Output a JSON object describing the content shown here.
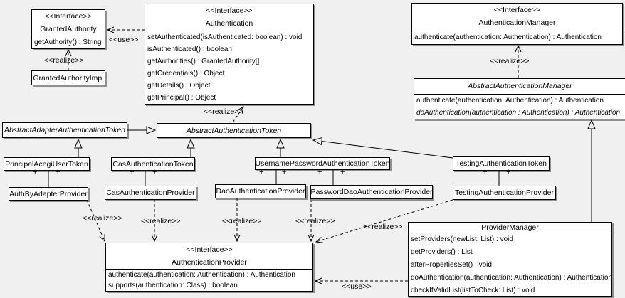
{
  "labels": {
    "use": "<<use>>",
    "realize": "<<realize>>",
    "plus": "+",
    "interface": "<<Interface>>"
  },
  "classes": {
    "granted_authority": {
      "stereotype": "<<Interface>>",
      "name": "GrantedAuthority",
      "methods": [
        "getAuthority() : String"
      ]
    },
    "granted_authority_impl": {
      "name": "GrantedAuthorityImpl"
    },
    "authentication": {
      "stereotype": "<<Interface>>",
      "name": "Authentication",
      "methods": [
        "setAuthenticated(isAuthenticated: boolean) : void",
        "isAuthenticated() : boolean",
        "getAuthorities() : GrantedAuthority[]",
        "getCredentials() : Object",
        "getDetails() : Object",
        "getPrincipal() : Object"
      ]
    },
    "authentication_manager": {
      "stereotype": "<<Interface>>",
      "name": "AuthenticationManager",
      "methods": [
        "authenticate(authentication: Authentication) : Authentication"
      ]
    },
    "abstract_authentication_manager": {
      "name": "AbstractAuthenticationManager",
      "methods": [
        "authenticate(authentication: Authentication) : Authentication",
        "doAuthentication(authentication : Authentication) : Authentication"
      ]
    },
    "abstract_adapter_authentication_token": {
      "name": "AbstractAdapterAuthenticationToken"
    },
    "abstract_authentication_token": {
      "name": "AbstractAuthenticationToken"
    },
    "principal_acegi_user_token": {
      "name": "PrincipalAcegiUserToken"
    },
    "cas_authentication_token": {
      "name": "CasAuthenticationToken"
    },
    "username_password_authentication_token": {
      "name": "UsernamePasswordAuthenticationToken"
    },
    "testing_authentication_token": {
      "name": "TestingAuthenticationToken"
    },
    "auth_by_adapter_provider": {
      "name": "AuthByAdapterProvider"
    },
    "cas_authentication_provider": {
      "name": "CasAuthenticationProvider"
    },
    "dao_authentication_provider": {
      "name": "DaoAuthenticationProvider"
    },
    "password_dao_authentication_provider": {
      "name": "PasswordDaoAuthenticationProvider"
    },
    "testing_authentication_provider": {
      "name": "TestingAuthenticationProvider"
    },
    "authentication_provider": {
      "stereotype": "<<Interface>>",
      "name": "AuthenticationProvider",
      "methods": [
        "authenticate(authentication: Authentication) : Authentication",
        "supports(authentication: Class) : boolean"
      ]
    },
    "provider_manager": {
      "name": "ProviderManager",
      "methods": [
        "setProviders(newList: List) : void",
        "getProviders() : List",
        "afterPropertiesSet() : void",
        "doAuthentication(authentication: Authentication) : Authentication",
        "checkIfValidList(listToCheck: List) : void"
      ]
    }
  }
}
